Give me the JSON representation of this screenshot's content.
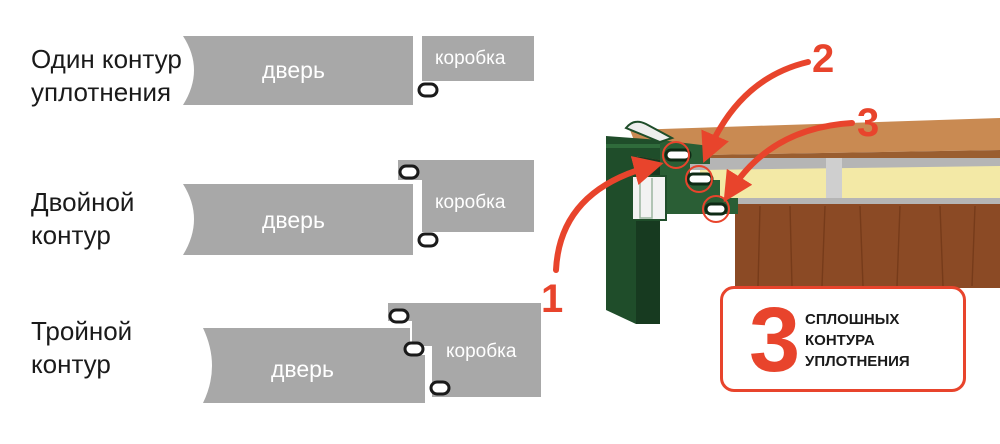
{
  "rows": [
    {
      "label_lines": [
        "Один контур",
        "уплотнения"
      ],
      "door_label": "дверь",
      "frame_label": "коробка",
      "seal_count": 1
    },
    {
      "label_lines": [
        "Двойной",
        "контур"
      ],
      "door_label": "дверь",
      "frame_label": "коробка",
      "seal_count": 2
    },
    {
      "label_lines": [
        "Тройной",
        "контур"
      ],
      "door_label": "дверь",
      "frame_label": "коробка",
      "seal_count": 3
    }
  ],
  "callouts": [
    "1",
    "2",
    "3"
  ],
  "badge": {
    "number": "3",
    "lines": [
      "СПЛОШНЫХ",
      "КОНТУРА",
      "УПЛОТНЕНИЯ"
    ],
    "accent_color": "#e8442c"
  },
  "colors": {
    "panel_gray": "#a8a8a8",
    "frame_green": "#1f4d2a",
    "wood": "#8b4a25",
    "insulation": "#f3e9a6",
    "seal": "#1a1a1a",
    "arrow": "#e8442c"
  }
}
